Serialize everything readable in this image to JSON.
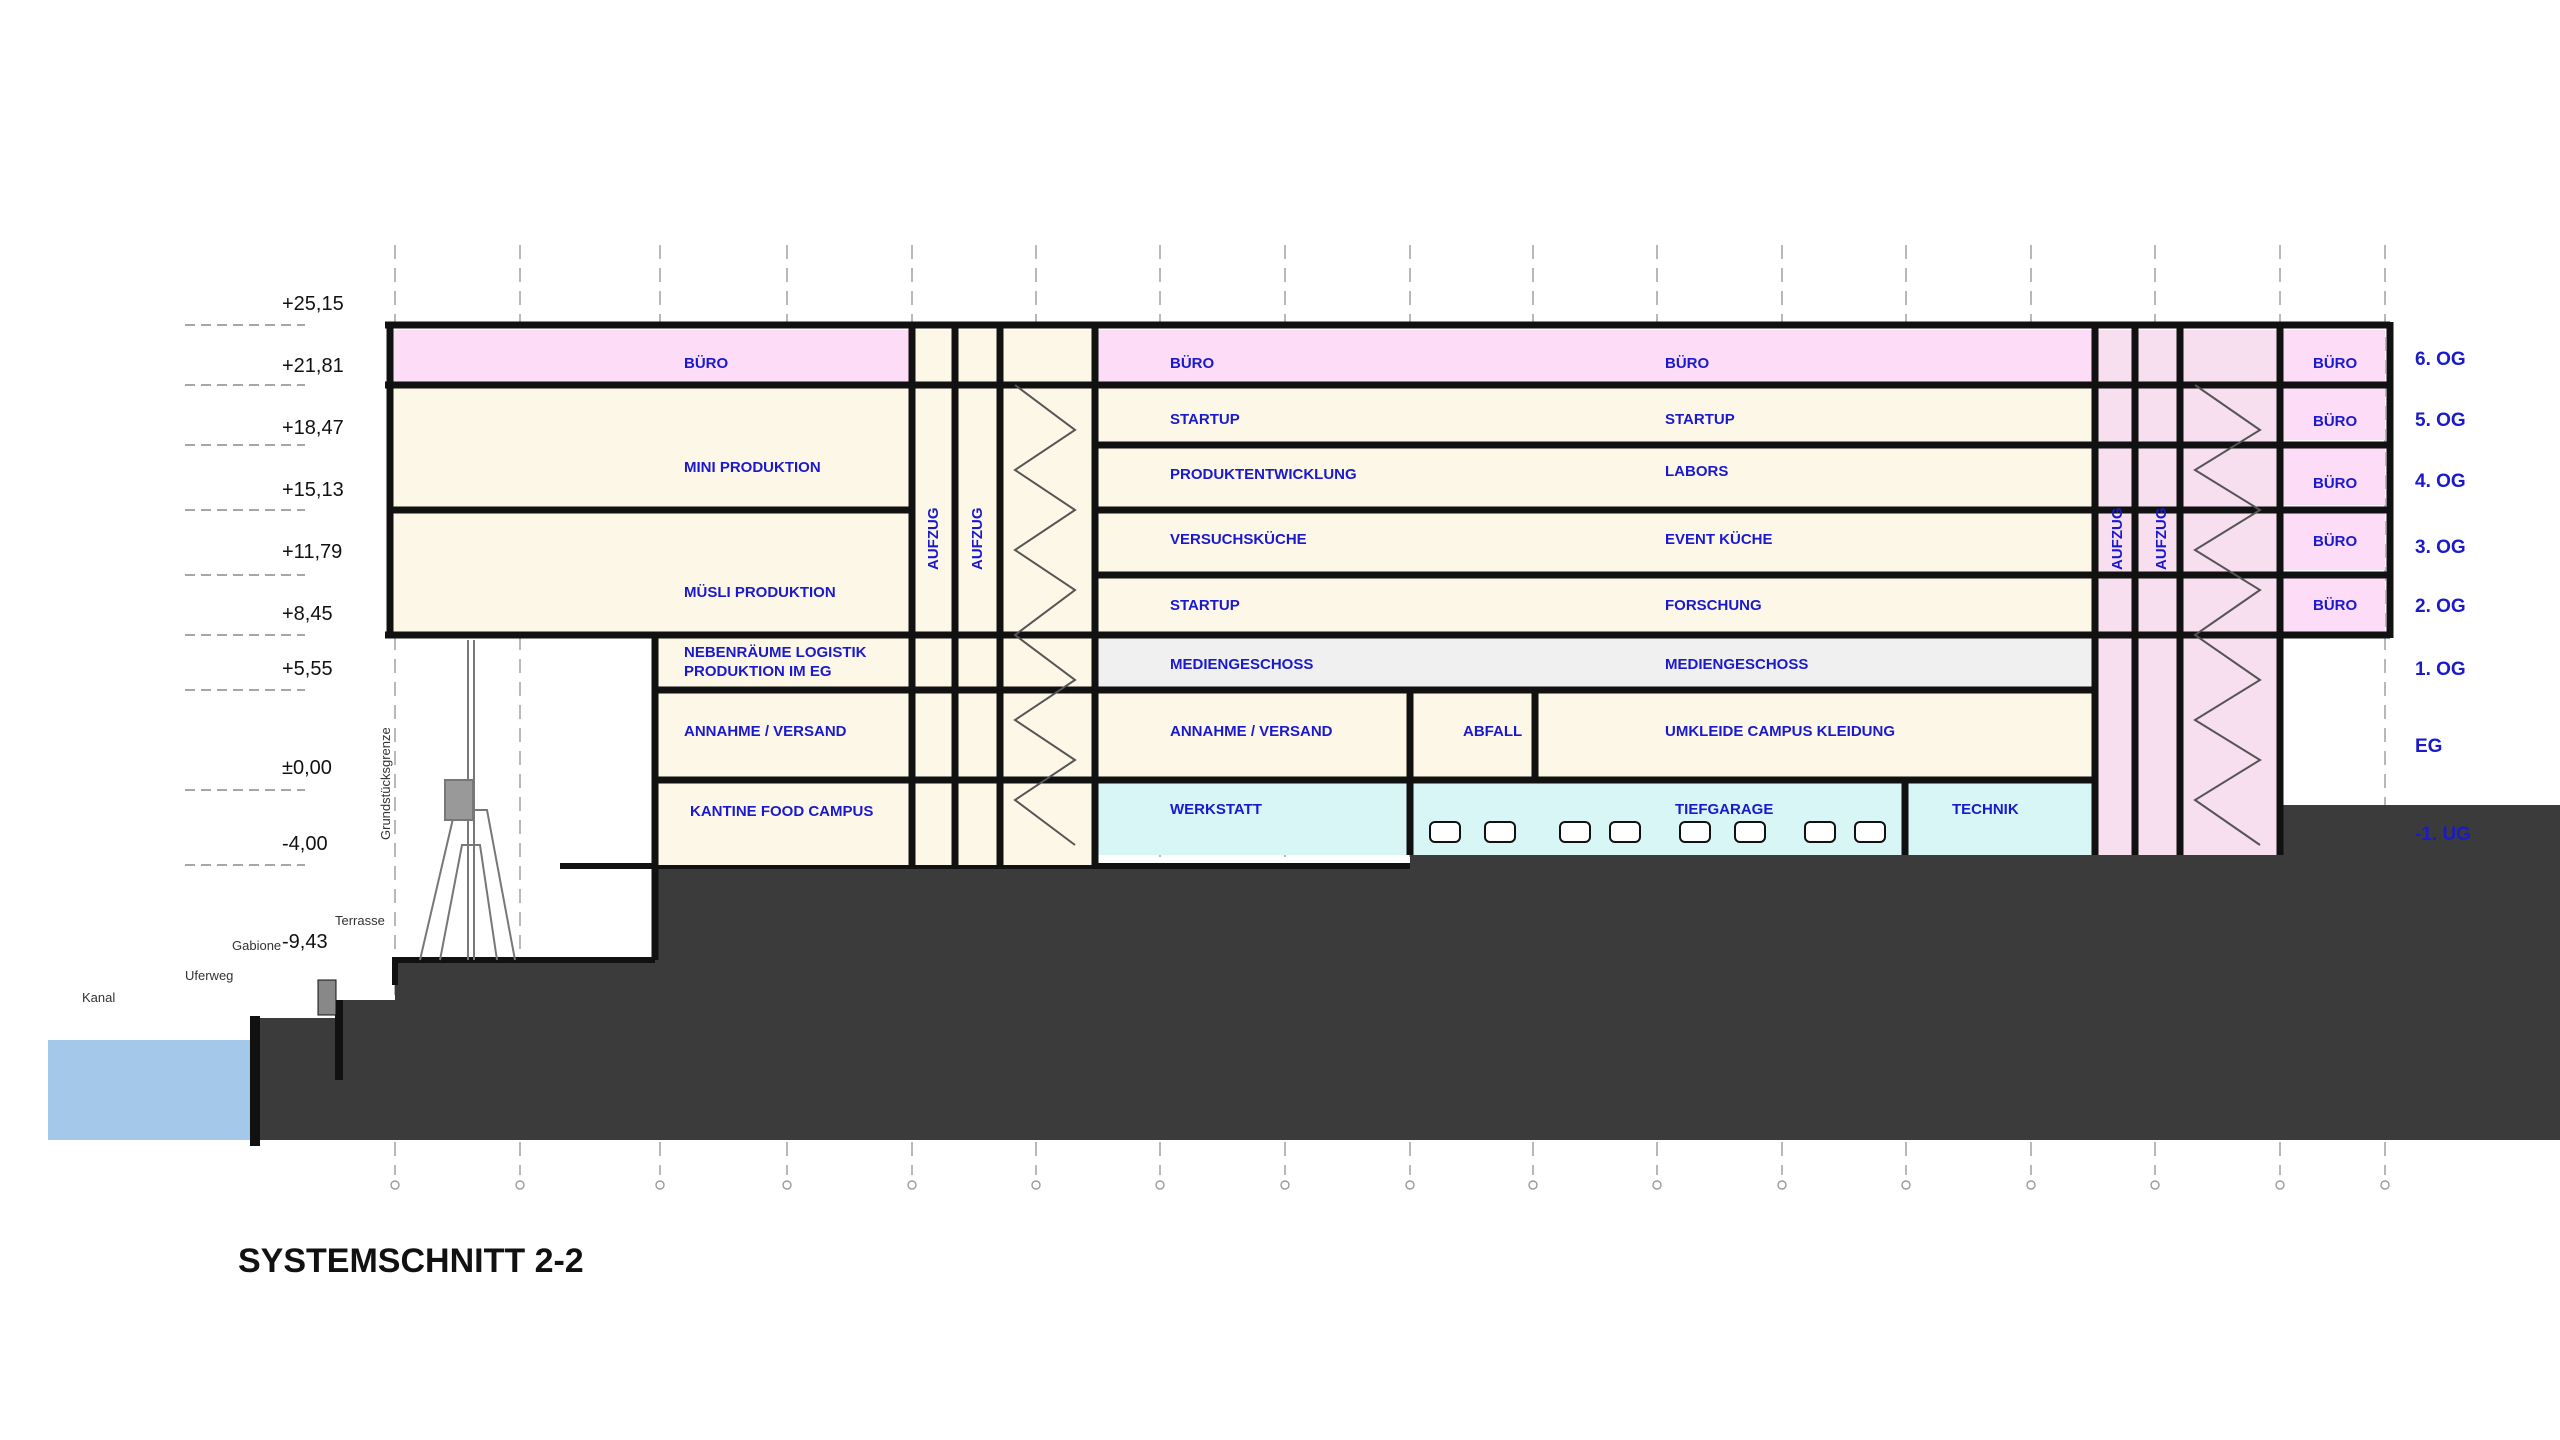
{
  "title": "SYSTEMSCHNITT 2-2",
  "colors": {
    "office": "#fcdcf7",
    "general": "#fdf7e8",
    "media": "#f0f0f0",
    "basement": "#d8f6f6",
    "core": "#f7dff0",
    "ground": "#3b3b3b",
    "water": "#a3c8ea",
    "label": "#1a1acc"
  },
  "elevations": [
    "+25,15",
    "+21,81",
    "+18,47",
    "+15,13",
    "+11,79",
    "+8,45",
    "+5,55",
    "±0,00",
    "-4,00",
    "-9,43"
  ],
  "floors": [
    "6. OG",
    "5. OG",
    "4. OG",
    "3. OG",
    "2. OG",
    "1. OG",
    "EG",
    "-1. UG"
  ],
  "rooms_left": [
    "BÜRO",
    "MINI PRODUKTION",
    "MÜSLI PRODUKTION",
    "NEBENRÄUME LOGISTIK",
    "PRODUKTION IM EG",
    "ANNAHME / VERSAND",
    "KANTINE FOOD CAMPUS"
  ],
  "rooms_mid": [
    "BÜRO",
    "STARTUP",
    "PRODUKTENTWICKLUNG",
    "VERSUCHSKÜCHE",
    "STARTUP",
    "MEDIENGESCHOSS",
    "ANNAHME / VERSAND",
    "ABFALL",
    "WERKSTATT"
  ],
  "rooms_right": [
    "BÜRO",
    "STARTUP",
    "LABORS",
    "EVENT KÜCHE",
    "FORSCHUNG",
    "MEDIENGESCHOSS",
    "UMKLEIDE CAMPUS KLEIDUNG",
    "TIEFGARAGE",
    "TECHNIK"
  ],
  "rooms_east": [
    "BÜRO",
    "BÜRO",
    "BÜRO",
    "BÜRO",
    "BÜRO"
  ],
  "elevator": "AUFZUG",
  "site": {
    "boundary": "Grundstücksgrenze",
    "terrace": "Terrasse",
    "gabion": "Gabione",
    "shore_path": "Uferweg",
    "canal": "Kanal"
  }
}
